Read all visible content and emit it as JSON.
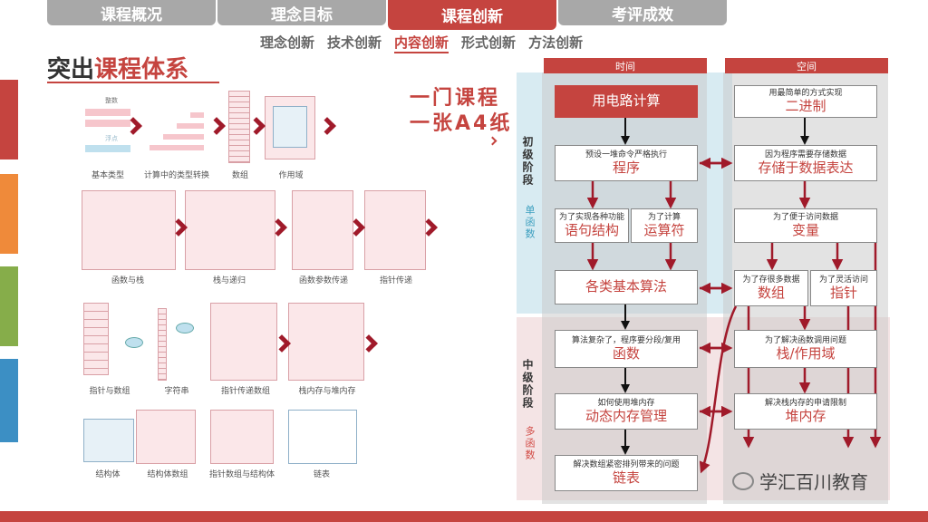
{
  "nav": {
    "tabs": [
      {
        "label": "课程概况",
        "active": false
      },
      {
        "label": "理念目标",
        "active": false
      },
      {
        "label": "课程创新",
        "active": true
      },
      {
        "label": "考评成效",
        "active": false
      }
    ],
    "subtabs": [
      {
        "label": "理念创新",
        "active": false
      },
      {
        "label": "技术创新",
        "active": false
      },
      {
        "label": "内容创新",
        "active": true
      },
      {
        "label": "形式创新",
        "active": false
      },
      {
        "label": "方法创新",
        "active": false
      }
    ]
  },
  "page_title": {
    "normal": "突出",
    "highlight": "课程体系"
  },
  "slogan": {
    "line1": "一门课程",
    "line2": "一张A4纸"
  },
  "thumbnails": {
    "row1": {
      "captions": [
        "基本类型",
        "计算中的类型转换",
        "数组",
        "作用域"
      ],
      "labels": [
        "整数",
        "浮点"
      ]
    },
    "row2": {
      "captions": [
        "函数与栈",
        "栈与递归",
        "函数参数传递",
        "指针传递"
      ]
    },
    "row3": {
      "captions": [
        "指针与数组",
        "字符串",
        "指针传递数组",
        "栈内存与堆内存"
      ]
    },
    "row4": {
      "captions": [
        "结构体",
        "结构体数组",
        "指针数组与结构体",
        "链表"
      ]
    }
  },
  "diagram": {
    "headers": {
      "time": "时间",
      "space": "空间"
    },
    "stages": {
      "early": {
        "label": "初级阶段",
        "sub": "单函数"
      },
      "mid": {
        "label": "中级阶段",
        "sub": "多函数"
      }
    },
    "boxes": {
      "calc": {
        "big": "用电路计算"
      },
      "binary": {
        "small": "用最简单的方式实现",
        "big": "二进制"
      },
      "program": {
        "small": "预设一堆命令严格执行",
        "big": "程序"
      },
      "storage": {
        "small": "因为程序需要存储数据",
        "big": "存储于数据表达"
      },
      "stmt": {
        "small": "为了实现各种功能",
        "big": "语句结构"
      },
      "op": {
        "small": "为了计算",
        "big": "运算符"
      },
      "var": {
        "small": "为了便于访问数据",
        "big": "变量"
      },
      "algo": {
        "big": "各类基本算法"
      },
      "array": {
        "small": "为了存很多数据",
        "big": "数组"
      },
      "pointer": {
        "small": "为了灵活访问",
        "big": "指针"
      },
      "func": {
        "small": "算法复杂了，程序要分段/复用",
        "big": "函数"
      },
      "stack": {
        "small": "为了解决函数调用问题",
        "big": "栈/作用域"
      },
      "dyn": {
        "small": "如何使用堆内存",
        "big": "动态内存管理"
      },
      "heap": {
        "small": "解决栈内存的申请限制",
        "big": "堆内存"
      },
      "list": {
        "small": "解决数组紧密排列带来的问题",
        "big": "链表"
      }
    }
  },
  "watermark": "学汇百川教育",
  "colors": {
    "accent": "#c5443f",
    "dark_red": "#a01a2a",
    "sidebar": [
      "#c5443f",
      "#ef8a3a",
      "#86ad4a",
      "#3c8fc4"
    ]
  }
}
